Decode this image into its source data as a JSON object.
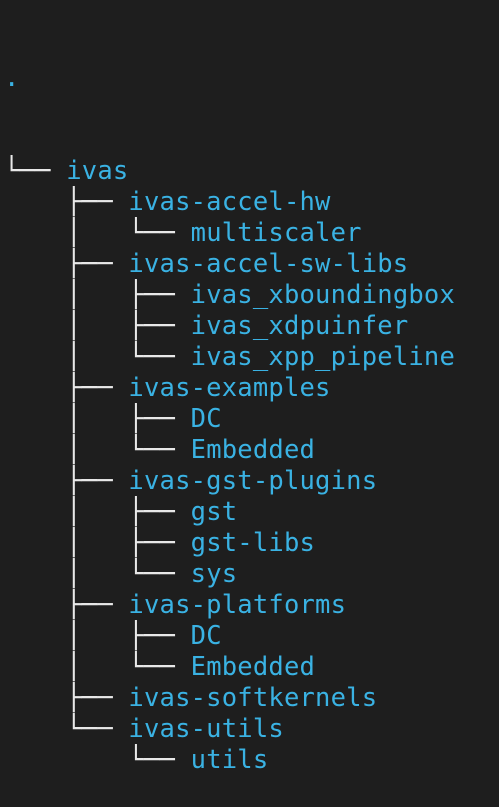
{
  "tree": {
    "root": ".",
    "lines": [
      {
        "prefix": "└── ",
        "name": "ivas"
      },
      {
        "prefix": "    ├── ",
        "name": "ivas-accel-hw"
      },
      {
        "prefix": "    │   └── ",
        "name": "multiscaler"
      },
      {
        "prefix": "    ├── ",
        "name": "ivas-accel-sw-libs"
      },
      {
        "prefix": "    │   ├── ",
        "name": "ivas_xboundingbox"
      },
      {
        "prefix": "    │   ├── ",
        "name": "ivas_xdpuinfer"
      },
      {
        "prefix": "    │   └── ",
        "name": "ivas_xpp_pipeline"
      },
      {
        "prefix": "    ├── ",
        "name": "ivas-examples"
      },
      {
        "prefix": "    │   ├── ",
        "name": "DC"
      },
      {
        "prefix": "    │   └── ",
        "name": "Embedded"
      },
      {
        "prefix": "    ├── ",
        "name": "ivas-gst-plugins"
      },
      {
        "prefix": "    │   ├── ",
        "name": "gst"
      },
      {
        "prefix": "    │   ├── ",
        "name": "gst-libs"
      },
      {
        "prefix": "    │   └── ",
        "name": "sys"
      },
      {
        "prefix": "    ├── ",
        "name": "ivas-platforms"
      },
      {
        "prefix": "    │   ├── ",
        "name": "DC"
      },
      {
        "prefix": "    │   └── ",
        "name": "Embedded"
      },
      {
        "prefix": "    ├── ",
        "name": "ivas-softkernels"
      },
      {
        "prefix": "    └── ",
        "name": "ivas-utils"
      },
      {
        "prefix": "        └── ",
        "name": "utils"
      }
    ]
  },
  "colors": {
    "background": "#1e1e1e",
    "directory": "#3ab2e3",
    "guide_lines": "#e8e8e8"
  }
}
